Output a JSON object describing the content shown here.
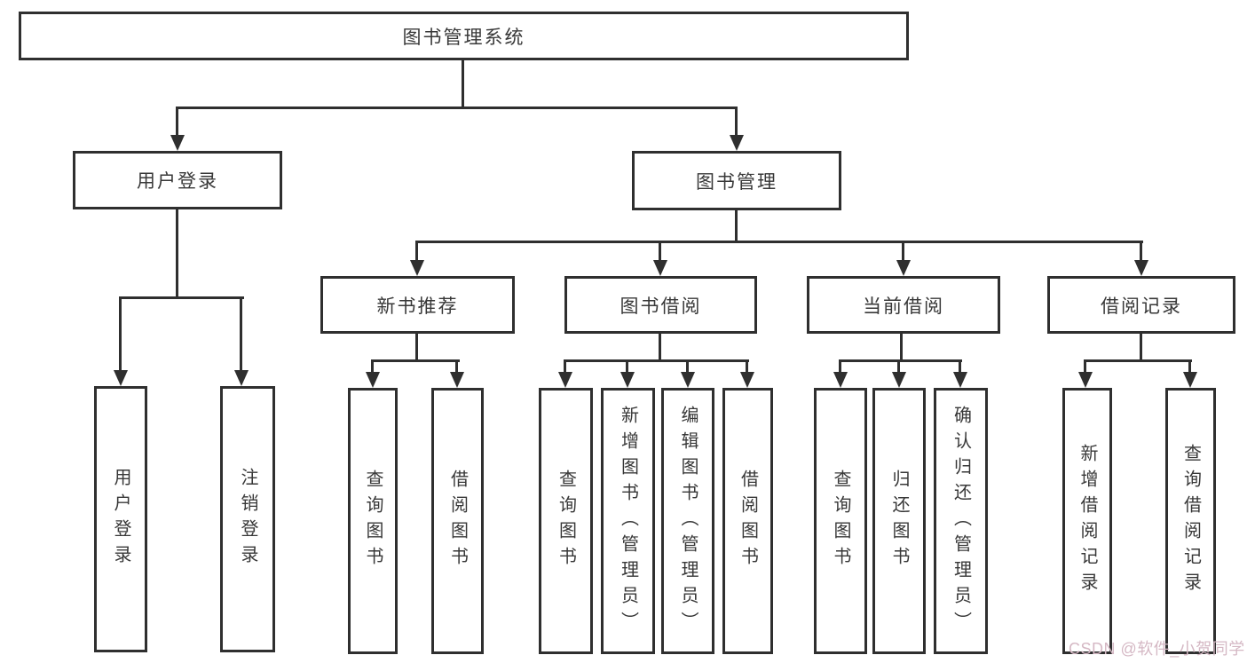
{
  "diagram": {
    "type": "hierarchy-tree",
    "root": {
      "label": "图书管理系统"
    },
    "level2": [
      {
        "label": "用户登录",
        "children_leaves": [
          "用户登录",
          "注销登录"
        ]
      },
      {
        "label": "图书管理"
      }
    ],
    "level3": [
      {
        "label": "新书推荐",
        "leaves": [
          "查询图书",
          "借阅图书"
        ]
      },
      {
        "label": "图书借阅",
        "leaves": [
          "查询图书",
          "新增图书（管理员）",
          "编辑图书（管理员）",
          "借阅图书"
        ]
      },
      {
        "label": "当前借阅",
        "leaves": [
          "查询图书",
          "归还图书",
          "确认归还（管理员）"
        ]
      },
      {
        "label": "借阅记录",
        "leaves": [
          "新增借阅记录",
          "查询借阅记录"
        ]
      }
    ]
  },
  "watermark": {
    "text": "CSDN @软件_小贺同学"
  },
  "colors": {
    "line": "#2f2f2f",
    "box_border": "#2f2f2f",
    "text": "#383838",
    "watermark": "#d5b8c4",
    "background": "#ffffff"
  }
}
